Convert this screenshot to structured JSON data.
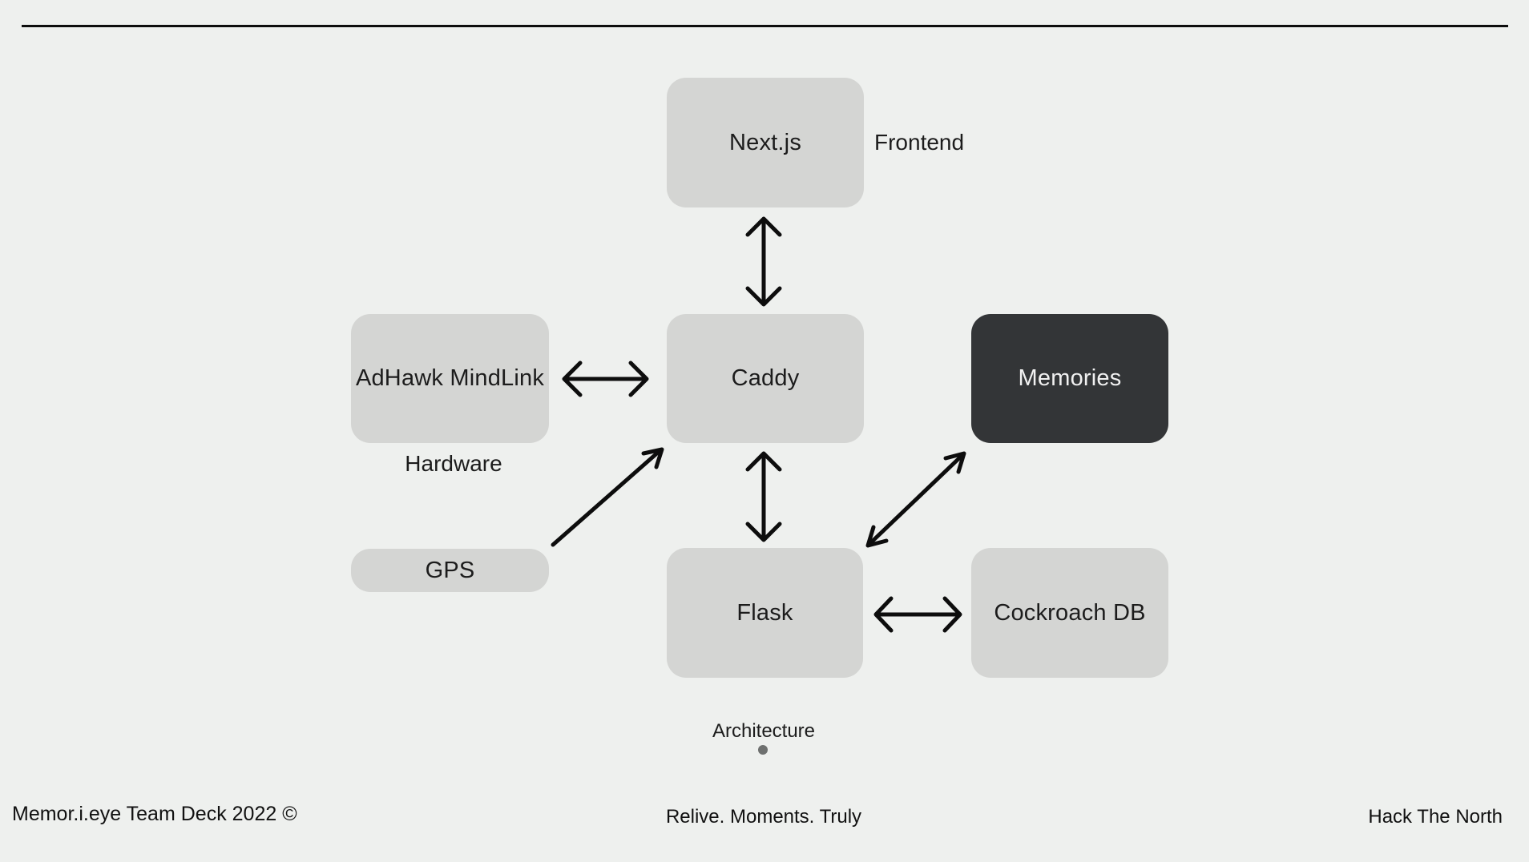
{
  "slide": {
    "caption": "Architecture",
    "footer": {
      "left": "Memor.i.eye Team Deck 2022 ©",
      "center": "Relive. Moments. Truly",
      "right": "Hack The North"
    }
  },
  "diagram": {
    "nodes": {
      "nextjs": {
        "label": "Next.js",
        "variant": "light"
      },
      "adhawk": {
        "label": "AdHawk MindLink",
        "variant": "light"
      },
      "caddy": {
        "label": "Caddy",
        "variant": "light"
      },
      "memories": {
        "label": "Memories",
        "variant": "dark"
      },
      "gps": {
        "label": "GPS",
        "variant": "light"
      },
      "flask": {
        "label": "Flask",
        "variant": "light"
      },
      "cockroach": {
        "label": "Cockroach DB",
        "variant": "light"
      }
    },
    "annotations": {
      "frontend": "Frontend",
      "hardware": "Hardware"
    },
    "edges": [
      {
        "from": "nextjs",
        "to": "caddy",
        "direction": "bidirectional"
      },
      {
        "from": "adhawk",
        "to": "caddy",
        "direction": "bidirectional"
      },
      {
        "from": "gps",
        "to": "caddy",
        "direction": "one-way"
      },
      {
        "from": "caddy",
        "to": "flask",
        "direction": "bidirectional"
      },
      {
        "from": "flask",
        "to": "memories",
        "direction": "bidirectional"
      },
      {
        "from": "flask",
        "to": "cockroach",
        "direction": "bidirectional"
      }
    ]
  },
  "colors": {
    "background": "#eef0ee",
    "node_fill": "#d4d5d3",
    "node_fill_dark": "#333537",
    "node_text": "#1c1c1c",
    "node_text_dark": "#f1f1f1",
    "ink": "#0d0d0d",
    "page_dot": "#6e706f"
  }
}
